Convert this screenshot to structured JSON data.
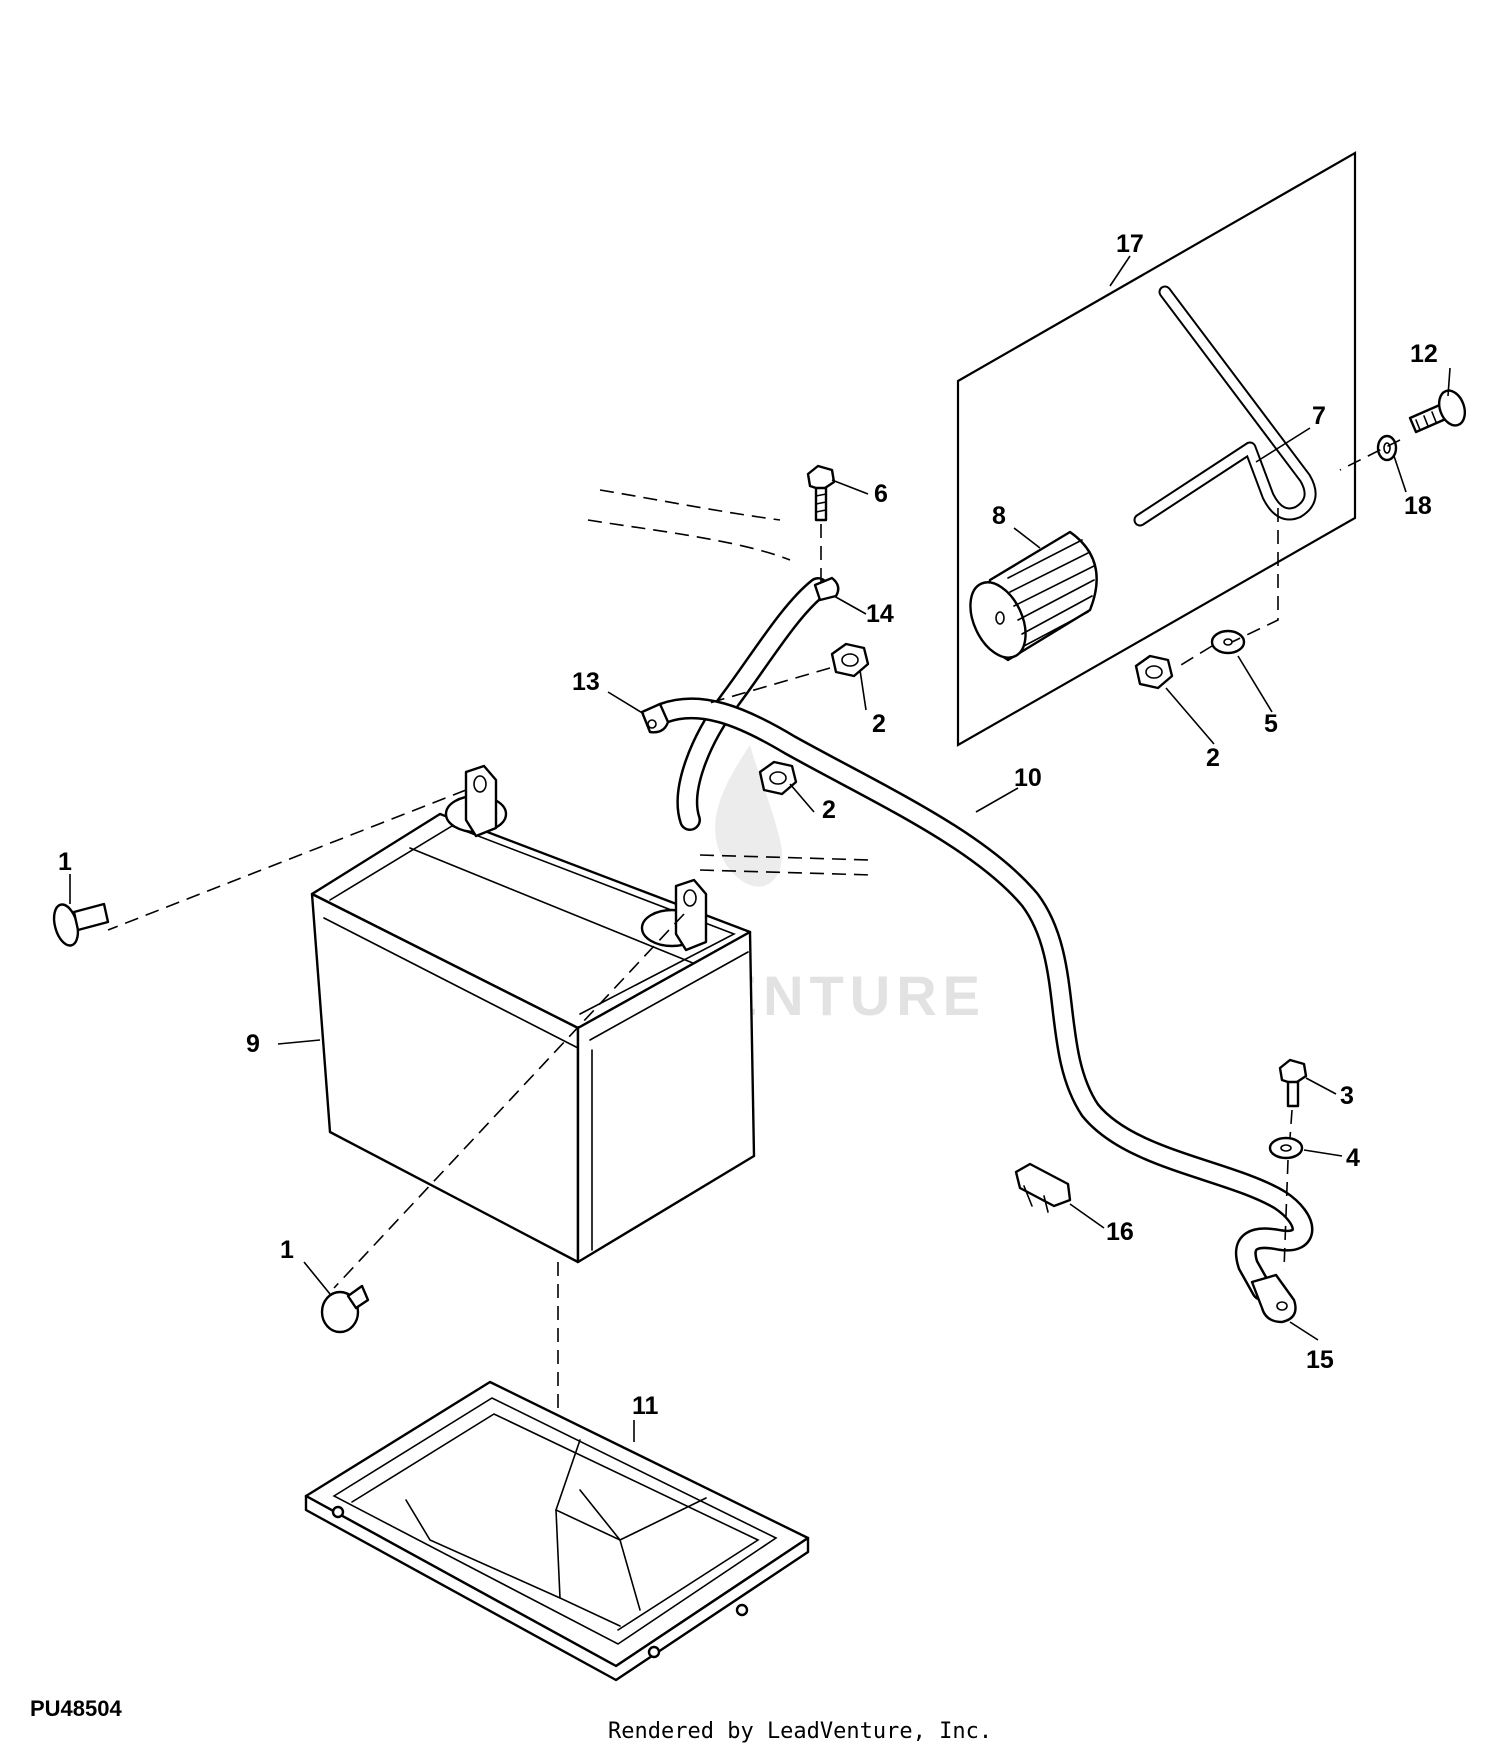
{
  "figure": {
    "id": "PU48504",
    "credit": "Rendered by LeadVenture, Inc.",
    "watermark": "LEADVENTURE"
  },
  "callouts": {
    "c1a": "1",
    "c1b": "1",
    "c2a": "2",
    "c2b": "2",
    "c2c": "2",
    "c3": "3",
    "c4": "4",
    "c5": "5",
    "c6": "6",
    "c7": "7",
    "c8": "8",
    "c9": "9",
    "c10": "10",
    "c11": "11",
    "c12": "12",
    "c13": "13",
    "c14": "14",
    "c15": "15",
    "c16": "16",
    "c17": "17",
    "c18": "18"
  }
}
